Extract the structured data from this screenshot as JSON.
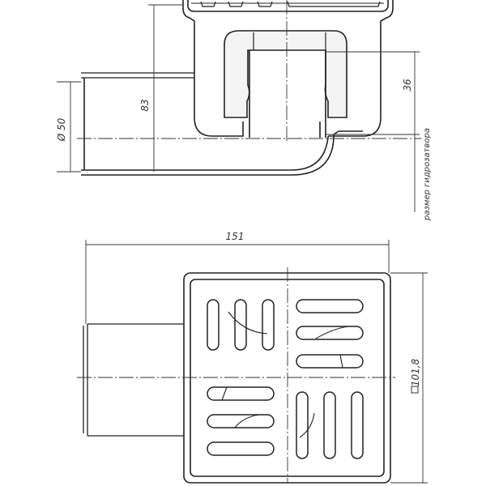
{
  "drawing": {
    "dimensions": {
      "height_total": "83",
      "pipe_diameter": "Ø 50",
      "water_seal": "36",
      "width_total": "151",
      "grate_square": "101,8"
    },
    "water_seal_label": "размер гидрозатвора"
  }
}
